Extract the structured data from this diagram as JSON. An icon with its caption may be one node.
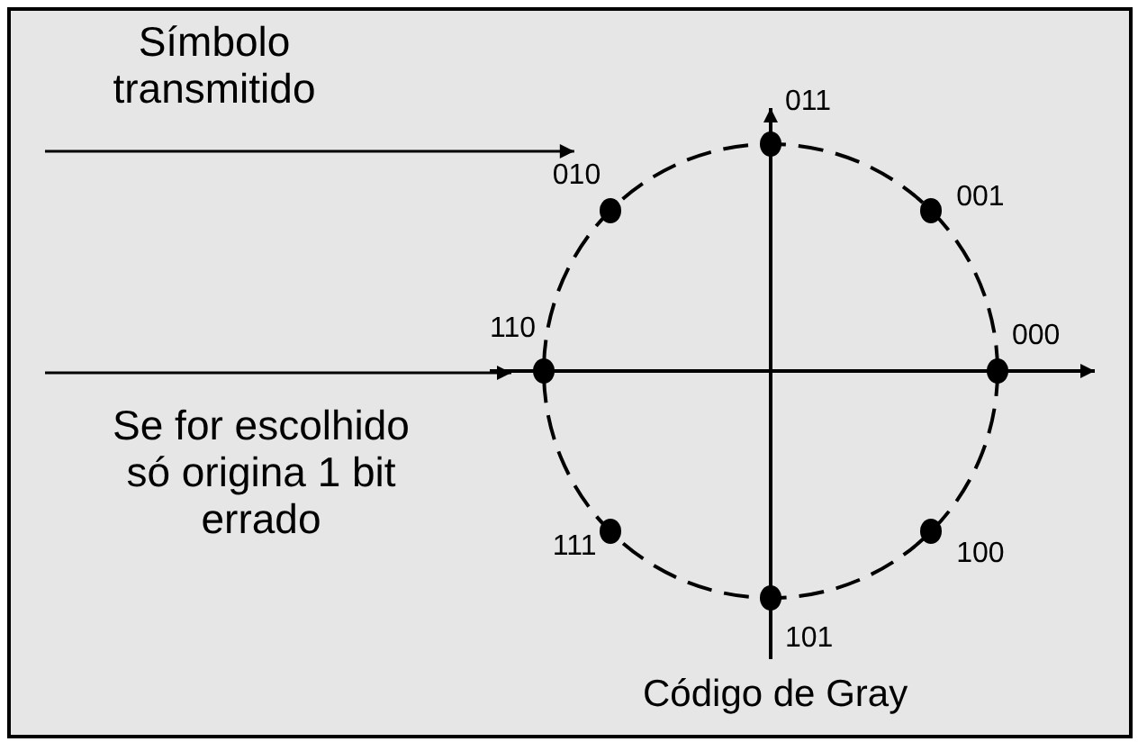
{
  "diagram": {
    "caption": "Código de Gray",
    "nodes": [
      {
        "text": [
          "Símbolo transmitido"
        ]
      },
      {
        "text": [
          "Se for escolhido só origina 1 bit errado"
        ]
      },
      {
        "text": [],
        "shape": "circle",
        "beside": [
          "110"
        ]
      },
      {
        "text": [],
        "shape": "circle",
        "beside": [
          "010"
        ]
      },
      {
        "text": [],
        "shape": "circle",
        "beside": [
          "111"
        ]
      },
      {
        "text": [],
        "shape": "circle",
        "beside": [
          "011"
        ]
      },
      {
        "text": [],
        "shape": "circle",
        "beside": [
          "101"
        ]
      },
      {
        "text": [],
        "shape": "circle",
        "beside": [
          "001"
        ]
      },
      {
        "text": [],
        "shape": "circle",
        "beside": [
          "100"
        ]
      },
      {
        "text": [],
        "shape": "circle",
        "beside": [
          "000"
        ]
      }
    ],
    "edges": [
      {
        "from": 0,
        "to": 3,
        "arrow": "to"
      },
      {
        "from": 1,
        "to": 2,
        "arrow": "to"
      }
    ]
  }
}
